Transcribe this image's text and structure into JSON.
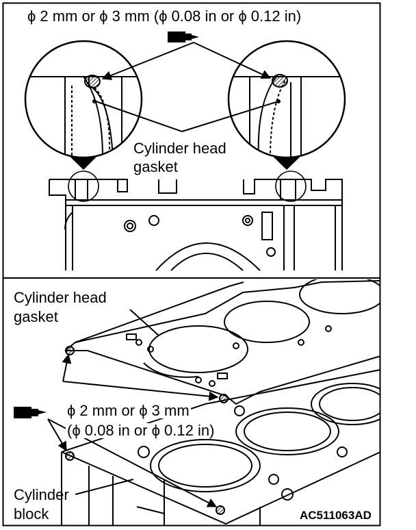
{
  "top_panel": {
    "dimension_label": "ϕ 2 mm or ϕ 3 mm (ϕ 0.08 in or ϕ 0.12 in)",
    "gasket_label_line1": "Cylinder head",
    "gasket_label_line2": "gasket"
  },
  "bottom_panel": {
    "gasket_label_line1": "Cylinder head",
    "gasket_label_line2": "gasket",
    "dimension_line1": "ϕ 2 mm or ϕ 3 mm",
    "dimension_line2": "(ϕ 0.08 in or ϕ 0.12 in)",
    "block_label_line1": "Cylinder",
    "block_label_line2": "block",
    "figure_code": "AC511063AD"
  },
  "icons": {
    "sealant_tube": "sealant-tube-icon",
    "magnifier_pointer": "triangle-pointer-icon"
  },
  "colors": {
    "ink": "#000000",
    "paper": "#ffffff"
  }
}
